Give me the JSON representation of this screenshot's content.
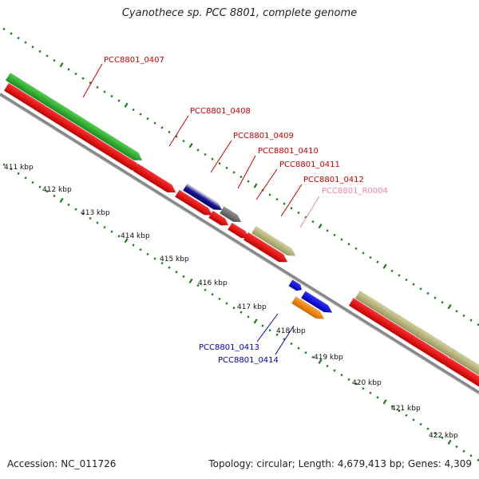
{
  "title": "Cyanothece sp. PCC 8801, complete genome",
  "footer": {
    "accession": "Accession: NC_011726",
    "topology": "Topology: circular; Length: 4,679,413 bp; Genes: 4,309"
  },
  "colors": {
    "backbone": "#888888",
    "dots": "#1c7a1c",
    "red_label": "#cc0000",
    "blue_label": "#0000b0",
    "pink_label": "#f080b0"
  },
  "scale_labels": [
    "411 kbp",
    "412 kbp",
    "413 kbp",
    "414 kbp",
    "415 kbp",
    "416 kbp",
    "417 kbp",
    "418 kbp",
    "419 kbp",
    "420 kbp",
    "421 kbp",
    "422 kbp"
  ],
  "gene_labels": [
    {
      "text": "PCC8801_0407",
      "color": "red"
    },
    {
      "text": "PCC8801_0408",
      "color": "red"
    },
    {
      "text": "PCC8801_0409",
      "color": "red"
    },
    {
      "text": "PCC8801_0410",
      "color": "red"
    },
    {
      "text": "PCC8801_0411",
      "color": "red"
    },
    {
      "text": "PCC8801_0412",
      "color": "red"
    },
    {
      "text": "PCC8801_R0004",
      "color": "pink"
    },
    {
      "text": "PCC8801_0413",
      "color": "blue"
    },
    {
      "text": "PCC8801_0414",
      "color": "blue"
    }
  ]
}
